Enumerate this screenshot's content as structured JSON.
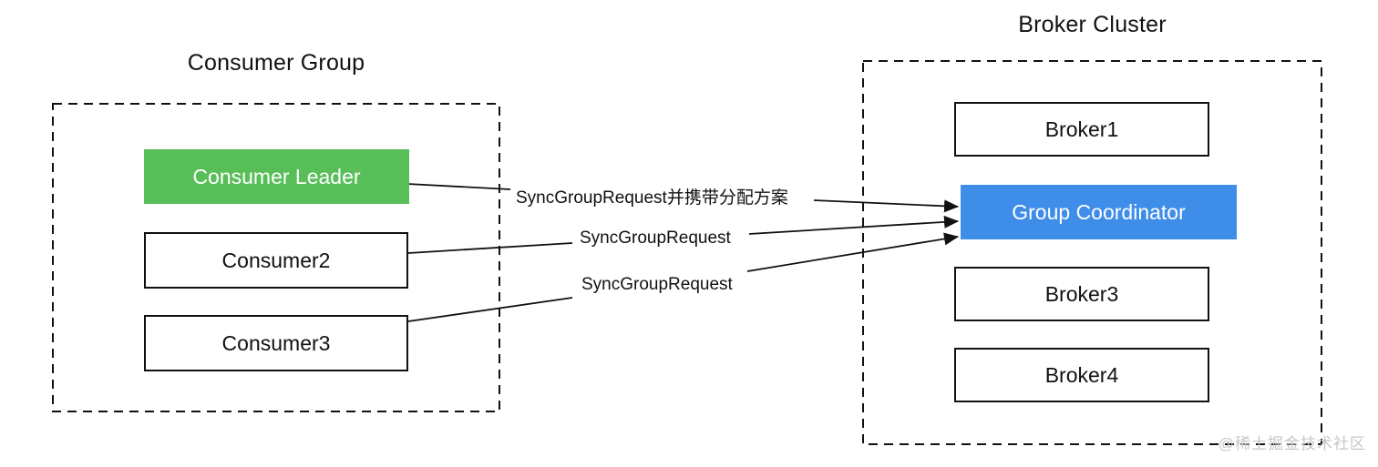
{
  "diagram": {
    "consumer_group": {
      "title": "Consumer Group",
      "leader_label": "Consumer Leader",
      "consumer2_label": "Consumer2",
      "consumer3_label": "Consumer3"
    },
    "broker_cluster": {
      "title": "Broker Cluster",
      "broker1_label": "Broker1",
      "coordinator_label": "Group Coordinator",
      "broker3_label": "Broker3",
      "broker4_label": "Broker4"
    },
    "edges": [
      {
        "from": "Consumer Leader",
        "to": "Group Coordinator",
        "label": "SyncGroupRequest并携带分配方案"
      },
      {
        "from": "Consumer2",
        "to": "Group Coordinator",
        "label": "SyncGroupRequest"
      },
      {
        "from": "Consumer3",
        "to": "Group Coordinator",
        "label": "SyncGroupRequest"
      }
    ],
    "watermark": "@稀土掘金技术社区",
    "colors": {
      "leader_bg": "#58BE58",
      "coordinator_bg": "#3E8EE9",
      "line": "#111111",
      "watermark": "#c7c7c7"
    }
  }
}
